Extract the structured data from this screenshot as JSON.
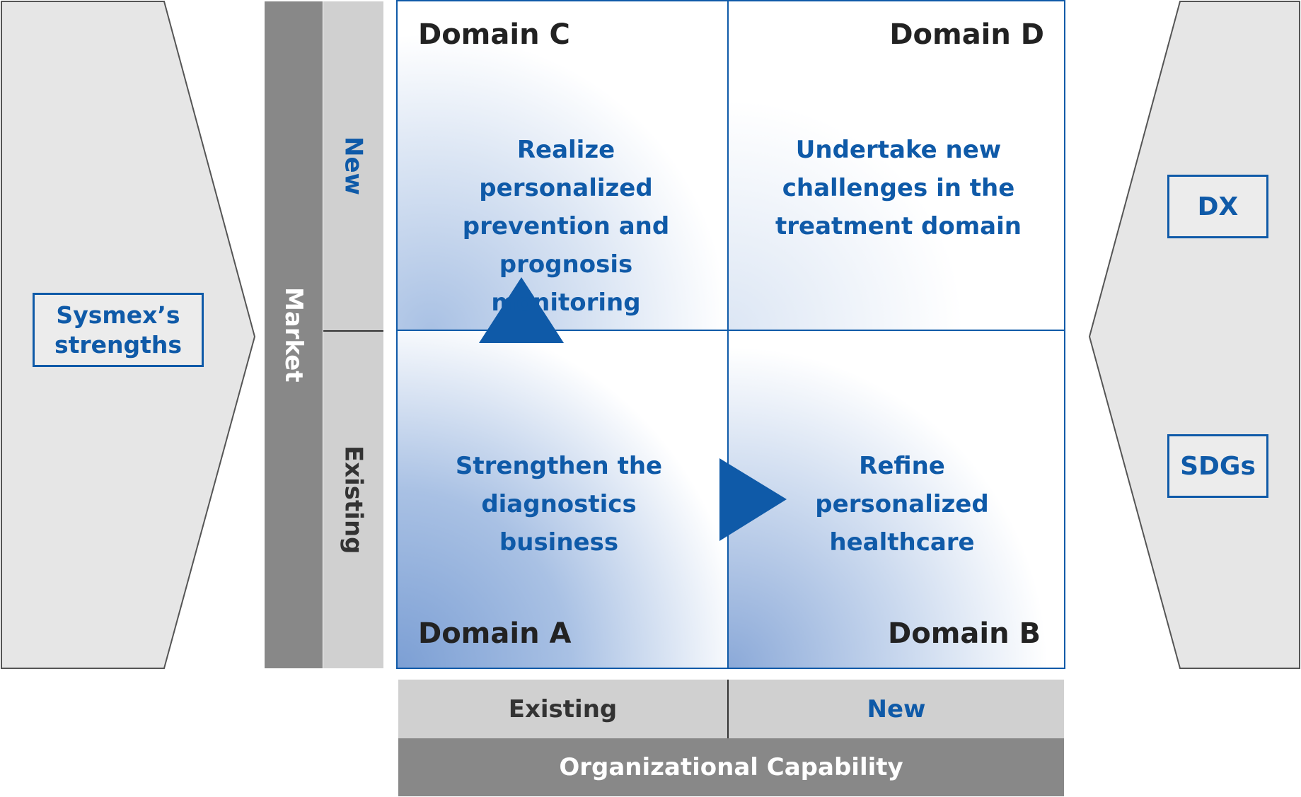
{
  "left_panel": {
    "label": "Sysmex’s strengths"
  },
  "right_panel": {
    "items": [
      "DX",
      "SDGs"
    ]
  },
  "market_axis": {
    "title": "Market",
    "new": "New",
    "existing": "Existing"
  },
  "capability_axis": {
    "title": "Organizational Capability",
    "existing": "Existing",
    "new": "New"
  },
  "quadrants": {
    "c": {
      "label": "Domain C",
      "text": "Realize personalized prevention and prognosis monitoring"
    },
    "d": {
      "label": "Domain D",
      "text": "Undertake new challenges in the treatment domain"
    },
    "a": {
      "label": "Domain A",
      "text": "Strengthen the diagnostics business"
    },
    "b": {
      "label": "Domain B",
      "text": "Refine personalized healthcare"
    }
  },
  "colors": {
    "brand_blue": "#0f5aa8",
    "panel_gray": "#e6e6e6",
    "dark_gray": "#888888",
    "light_gray": "#d0d0d0"
  }
}
